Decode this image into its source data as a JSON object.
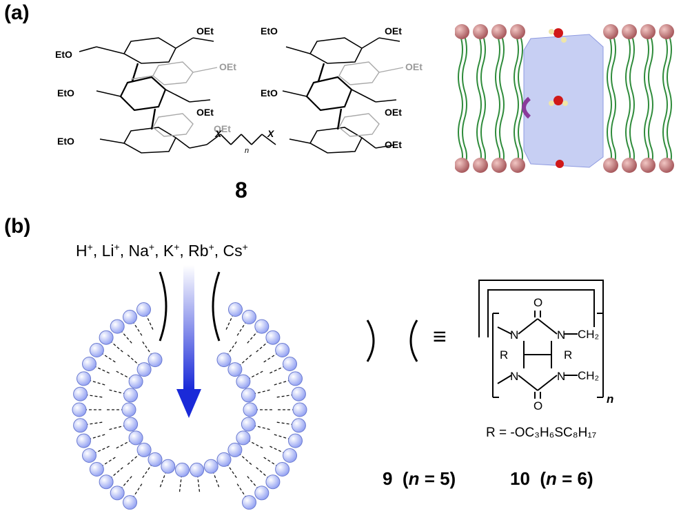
{
  "panel_a": {
    "label": "(a)",
    "compound_number": "8",
    "chem_labels": {
      "ester_left": "EtO",
      "ester_right": "OEt",
      "oxygen": "O",
      "linker_x": "X",
      "linker_n": "n"
    }
  },
  "panel_b": {
    "label": "(b)",
    "ions": [
      "H",
      "Li",
      "Na",
      "K",
      "Rb",
      "Cs"
    ],
    "ion_charge": "+",
    "equiv_symbol": "≡",
    "r_definition": "R = -OC₃H₆SC₈H₁₇",
    "ring_labels": {
      "n_atom": "N",
      "o_atom": "O",
      "r_group": "R",
      "ch2": "CH₂",
      "subscript_n": "n"
    },
    "compound_9": {
      "number": "9",
      "var": "n",
      "eq": " = 5)"
    },
    "compound_10": {
      "number": "10",
      "var": "n",
      "eq": " = 6)"
    }
  }
}
